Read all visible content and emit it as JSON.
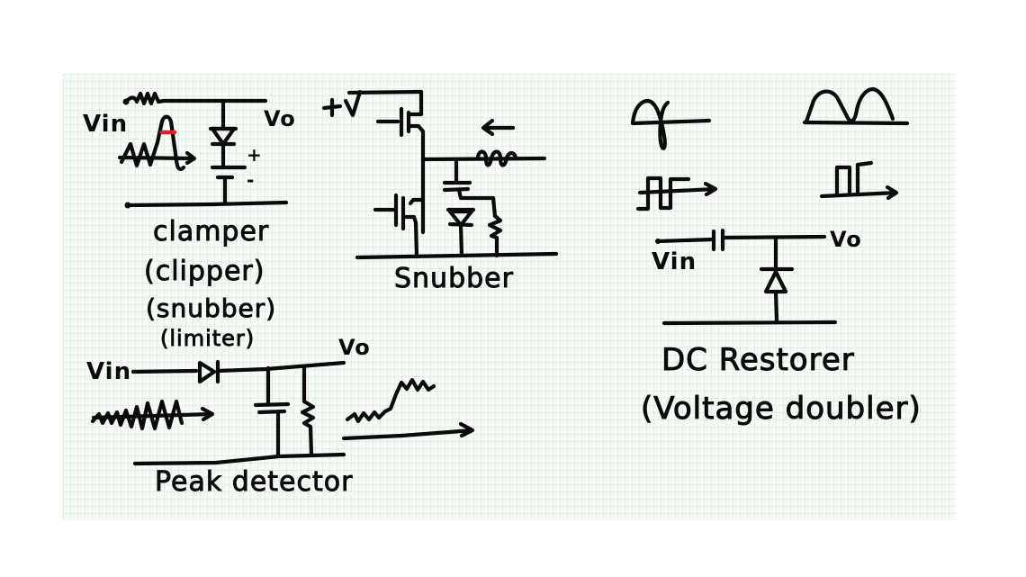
{
  "sketch": {
    "background": "graph-paper",
    "colors": {
      "ink": "#0b0b0b",
      "highlight": "#e0202a",
      "paper": "#f7fbf6"
    },
    "clamper": {
      "input_label": "Vin",
      "output_label": "Vo",
      "battery_plus": "+",
      "battery_minus": "-",
      "titles": [
        "clamper",
        "(clipper)",
        "(snubber)",
        "(limiter)"
      ]
    },
    "snubber": {
      "supply_label": "+V",
      "title": "Snubber",
      "current_arrow": "left-arrow-icon"
    },
    "waveforms": [
      {
        "name": "sine-wave",
        "description": "single sine period"
      },
      {
        "name": "rectified-humps",
        "description": "two positive half-wave humps"
      },
      {
        "name": "square-wave-input",
        "description": "bipolar square wave with arrow"
      },
      {
        "name": "square-wave-output",
        "description": "positive-shifted pulses with arrow"
      }
    ],
    "dc_restorer": {
      "input_label": "Vin",
      "output_label": "Vo",
      "title": "DC Restorer",
      "subtitle": "(Voltage doubler)"
    },
    "peak_detector": {
      "input_label": "Vin",
      "output_label": "Vo",
      "title": "Peak detector"
    }
  }
}
